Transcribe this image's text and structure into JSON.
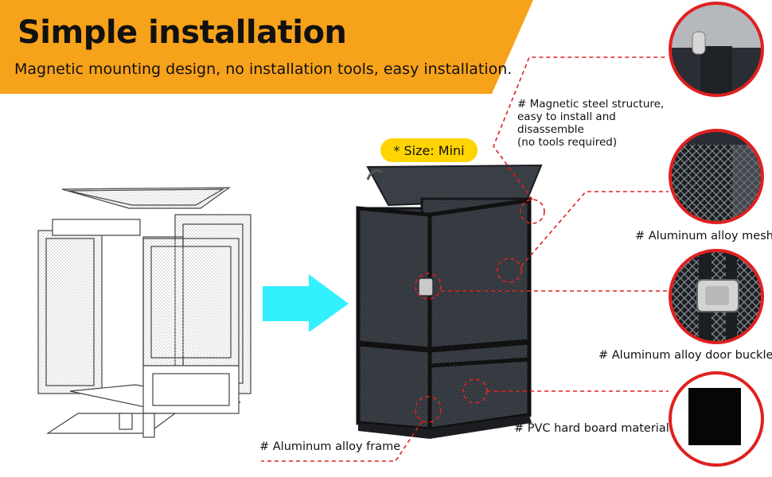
{
  "header": {
    "title": "Simple installation",
    "subtitle": "Magnetic mounting design, no installation tools, easy installation."
  },
  "badge": {
    "size": "* Size: Mini"
  },
  "callouts": {
    "magnetic_line1": "# Magnetic steel structure,",
    "magnetic_line2": "easy to install and disassemble",
    "magnetic_line3": "(no tools required)",
    "mesh": "# Aluminum alloy mesh",
    "buckle": "# Aluminum alloy door buckle",
    "pvc": "# PVC hard board material",
    "frame": "# Aluminum alloy frame"
  },
  "colors": {
    "banner": "#f7a21b",
    "accent_red": "#e02020",
    "arrow": "#33f0ff",
    "badge": "#ffd400"
  },
  "icons": [
    "arrow-right-icon"
  ]
}
